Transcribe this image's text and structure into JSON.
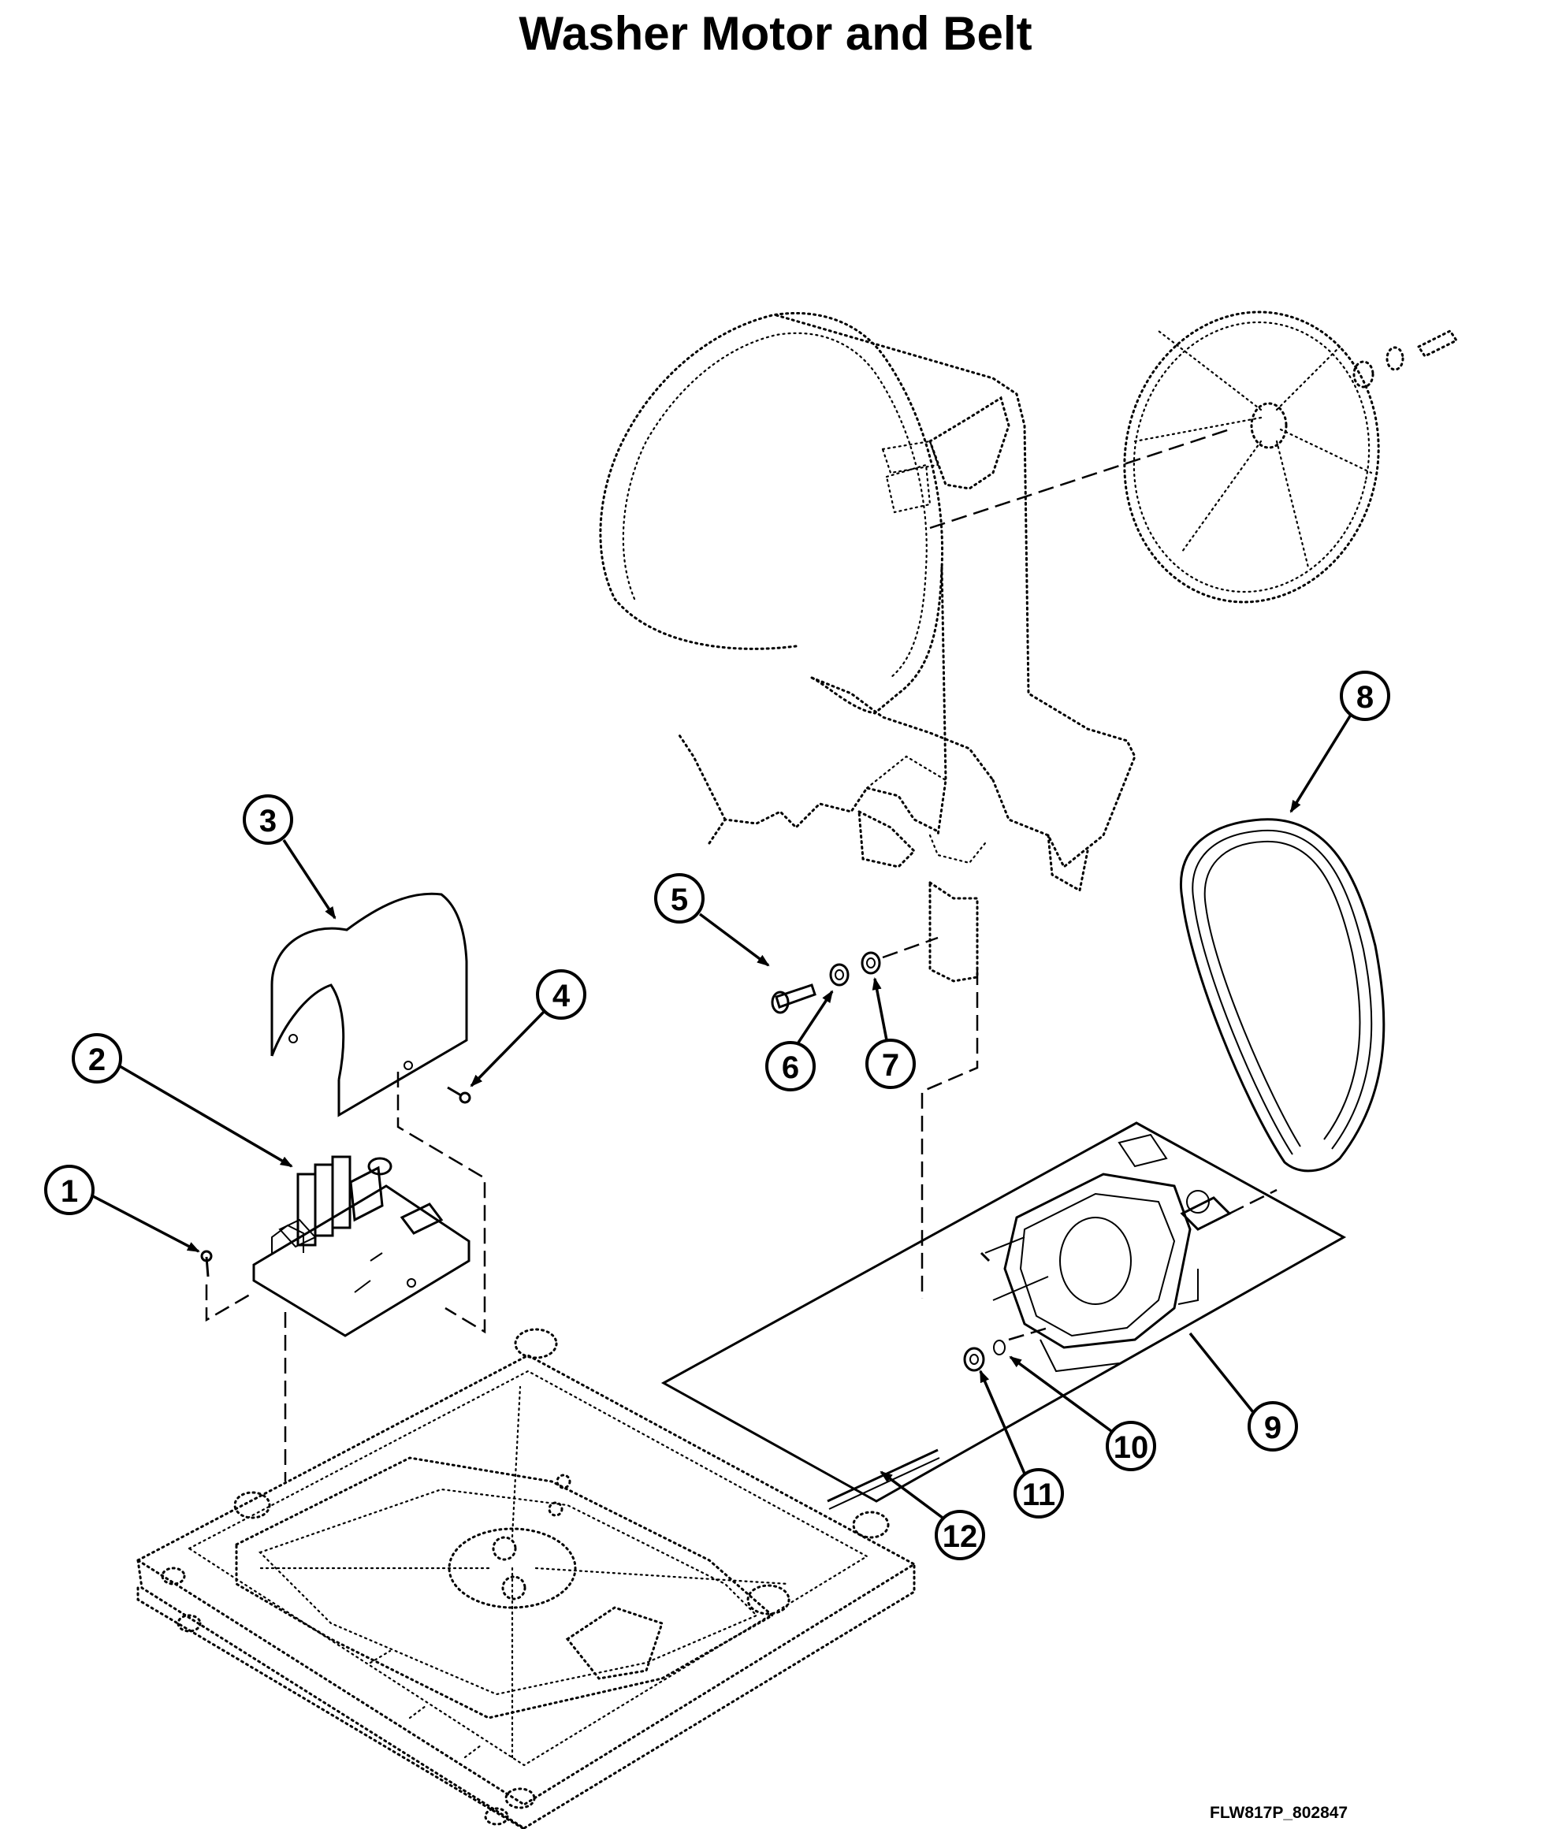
{
  "title": "Washer Motor and Belt",
  "diagram_id": "FLW817P_802847",
  "callouts": [
    "1",
    "2",
    "3",
    "4",
    "5",
    "6",
    "7",
    "8",
    "9",
    "10",
    "11",
    "12"
  ]
}
